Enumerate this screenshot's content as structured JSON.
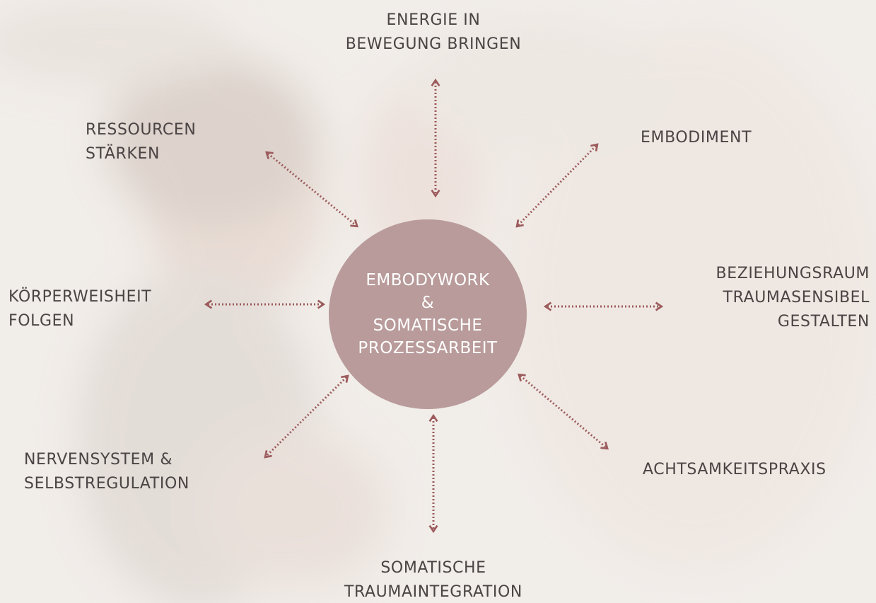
{
  "center": {
    "line1": "EMBODYWORK",
    "line2": "&",
    "line3": "SOMATISCHE",
    "line4": "PROZESSARBEIT"
  },
  "nodes": {
    "top": [
      "ENERGIE IN",
      "BEWEGUNG BRINGEN"
    ],
    "top_left": [
      "RESSOURCEN",
      "STÄRKEN"
    ],
    "top_right": [
      "EMBODIMENT"
    ],
    "left": [
      "KÖRPERWEISHEIT",
      "FOLGEN"
    ],
    "right": [
      "BEZIEHUNGSRAUM",
      "TRAUMASENSIBEL",
      "GESTALTEN"
    ],
    "bottom_left": [
      "NERVENSYSTEM &",
      "SELBSTREGULATION"
    ],
    "bottom_right": [
      "ACHTSAMKEITSPRAXIS"
    ],
    "bottom": [
      "SOMATISCHE",
      "TRAUMAINTEGRATION"
    ]
  },
  "colors": {
    "circle": "#b89b9a",
    "arrow": "#9c5b5c",
    "text": "#4a4444",
    "background": "#f1ede9"
  }
}
